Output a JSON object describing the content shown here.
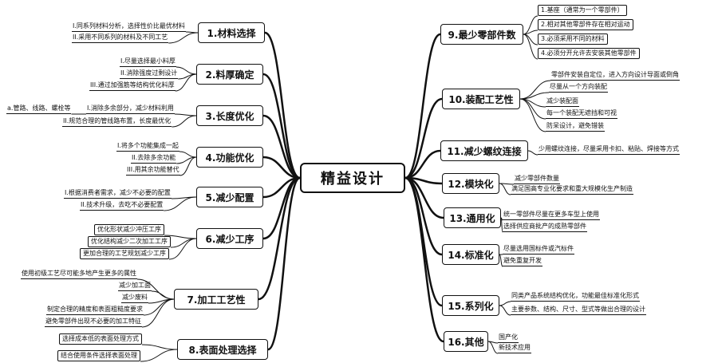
{
  "center_title": "精益设计",
  "left_nodes": [
    {
      "label": "1.材料选择",
      "items": [
        "I.同系列材料分析，选择性价比最优材料",
        "II.采用不同系列的材料及不同工艺"
      ]
    },
    {
      "label": "2.料厚确定",
      "items": [
        "I.尽量选择最小料厚",
        "II.消除强度过剩设计",
        "III.通过加强筋等结构优化料厚"
      ]
    },
    {
      "label": "3.长度优化",
      "items": [
        "I.消除多余部分，减少材料利用",
        "II.规范合理的管线路布置，长度最优化"
      ],
      "extra": "a.管路、线路、螺栓等"
    },
    {
      "label": "4.功能优化",
      "items": [
        "I.将多个功能集成一起",
        "II.去除多余功能",
        "III.用其余功能替代"
      ]
    },
    {
      "label": "5.减少配置",
      "items": [
        "I.根据消费者需求，减少不必要的配置",
        "II.技术升级，去吃不必要配置"
      ]
    },
    {
      "label": "6.减少工序",
      "items": [
        "优化形状减少冲压工序",
        "优化结构减少二次加工工序",
        "更加合理的工艺规划减少工序"
      ]
    },
    {
      "label": "7.加工工艺性",
      "items": [
        "使用初级工艺尽可能多地产生更多的属性",
        "减少加工面",
        "减少废料",
        "制定合理的精度和表面粗糙度要求",
        "避免零部件出现不必要的加工特征"
      ]
    },
    {
      "label": "8.表面处理选择",
      "items": [
        "选择成本低的表面处理方式",
        "结合使用条件选择表面处理"
      ]
    }
  ],
  "right_nodes": [
    {
      "label": "9.最少零部件数",
      "items": [
        "1.基座（通常为一个零部件）",
        "2.相对其他零部件存在相对运动",
        "3.必须采用不同的材料",
        "4.必须分开允许去安装其他零部件"
      ]
    },
    {
      "label": "10.装配工艺性",
      "items": [
        "零部件安装自定位，进入方向设计导面或倒角",
        "尽量从一个方向装配",
        "减少装配面",
        "每一个装配无遮挡和可视",
        "防呆设计，避免错装"
      ]
    },
    {
      "label": "11.减少螺纹连接",
      "items": [
        "少用螺纹连接，尽量采用卡扣、粘贴、焊接等方式"
      ]
    },
    {
      "label": "12.模块化",
      "items": [
        "减少零部件数量",
        "满足国高专业化要求和重大规模化生产制造"
      ]
    },
    {
      "label": "13.通用化",
      "items": [
        "统一零部件尽量在更多车型上使用",
        "选择供应商批产的成熟零部件"
      ]
    },
    {
      "label": "14.标准化",
      "items": [
        "尽量选用国标件或汽标件",
        "避免重复开发"
      ]
    },
    {
      "label": "15.系列化",
      "items": [
        "同类产品系统结构优化，功能最佳标准化形式",
        "主要参数、结构、尺寸、型式等做出合理的设计"
      ]
    },
    {
      "label": "16.其他",
      "items": [
        "国产化",
        "新技术应用"
      ]
    }
  ]
}
